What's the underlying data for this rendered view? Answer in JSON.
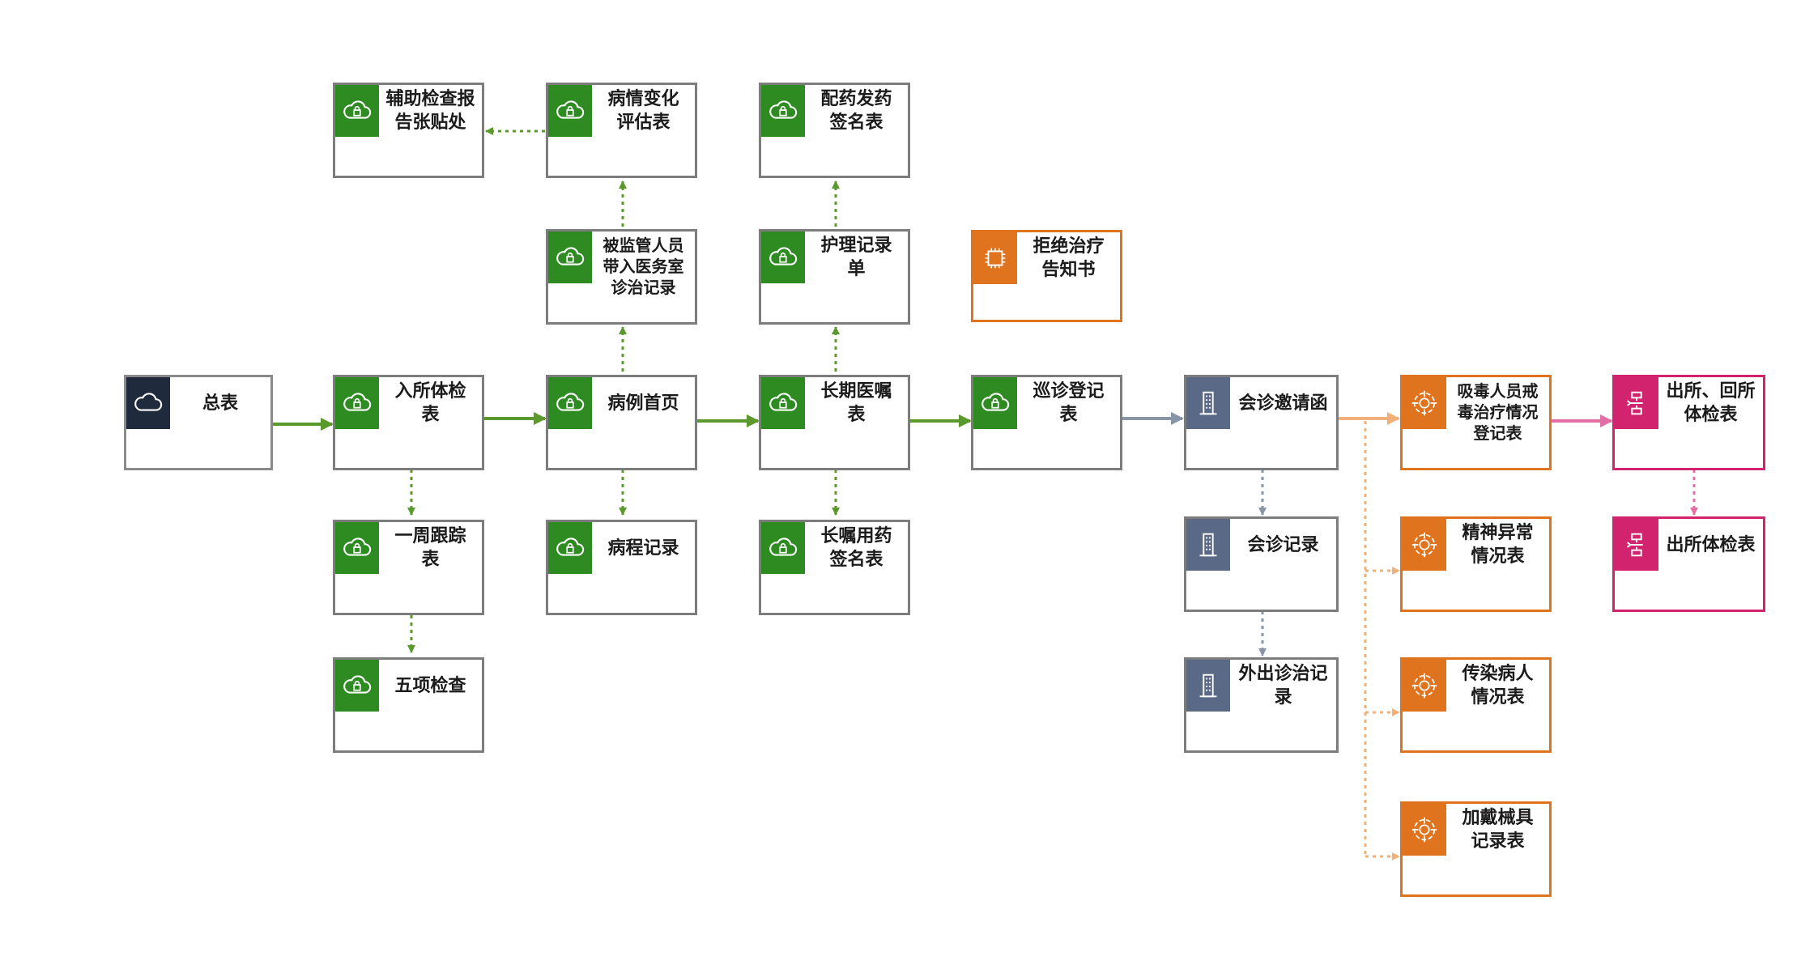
{
  "colors": {
    "green": "#2e8b22",
    "green_edge": "#5a9a2c",
    "navy": "#1f2b3d",
    "slate": "#5a6a86",
    "slate_edge": "#8894a8",
    "orange": "#e0731e",
    "orange_edge": "#f1b07a",
    "pink": "#d2236e",
    "pink_edge": "#e46fa7",
    "border_gray": "#7d7d7d"
  },
  "nodes": {
    "zongbiao": {
      "label": "总表",
      "icon": "cloud-icon"
    },
    "rusuo_tijian": {
      "label": "入所体检\n表",
      "icon": "cloud-lock-icon"
    },
    "yizhou_genzong": {
      "label": "一周跟踪\n表",
      "icon": "cloud-lock-icon"
    },
    "wuxiang_jiancha": {
      "label": "五项检查",
      "icon": "cloud-lock-icon"
    },
    "fuzhu_jiancha": {
      "label": "辅助检查报\n告张贴处",
      "icon": "cloud-lock-icon"
    },
    "bingqing_pinggu": {
      "label": "病情变化\n评估表",
      "icon": "cloud-lock-icon"
    },
    "bei_jianguan": {
      "label": "被监管人员\n带入医务室\n诊治记录",
      "icon": "cloud-lock-icon"
    },
    "binli_shouye": {
      "label": "病例首页",
      "icon": "cloud-lock-icon"
    },
    "bingcheng_jilu": {
      "label": "病程记录",
      "icon": "cloud-lock-icon"
    },
    "peiyao_qianming": {
      "label": "配药发药\n签名表",
      "icon": "cloud-lock-icon"
    },
    "huli_jilu": {
      "label": "护理记录\n单",
      "icon": "cloud-lock-icon"
    },
    "changqi_yizhu": {
      "label": "长期医嘱\n表",
      "icon": "cloud-lock-icon"
    },
    "changzhu_yongyao": {
      "label": "长嘱用药\n签名表",
      "icon": "cloud-lock-icon"
    },
    "jujue_zhiliao": {
      "label": "拒绝治疗\n告知书",
      "icon": "chip-icon"
    },
    "xunzhen_dengji": {
      "label": "巡诊登记\n表",
      "icon": "cloud-lock-icon"
    },
    "huizhen_yaoqing": {
      "label": "会诊邀请函",
      "icon": "building-icon"
    },
    "huizhen_jilu": {
      "label": "会诊记录",
      "icon": "building-icon"
    },
    "waichu_zhenzhi": {
      "label": "外出诊治记\n录",
      "icon": "building-icon"
    },
    "xidu_jiedu": {
      "label": "吸毒人员戒\n毒治疗情况\n登记表",
      "icon": "target-icon"
    },
    "jingshen_yichang": {
      "label": "精神异常\n情况表",
      "icon": "target-icon"
    },
    "chuanran_bingren": {
      "label": "传染病人\n情况表",
      "icon": "target-icon"
    },
    "jiadai_xieju": {
      "label": "加戴械具\n记录表",
      "icon": "target-icon"
    },
    "chusuo_huisuo": {
      "label": "出所、回所\n体检表",
      "icon": "flow-icon"
    },
    "chusuo_tijian": {
      "label": "出所体检表",
      "icon": "flow-icon"
    }
  }
}
